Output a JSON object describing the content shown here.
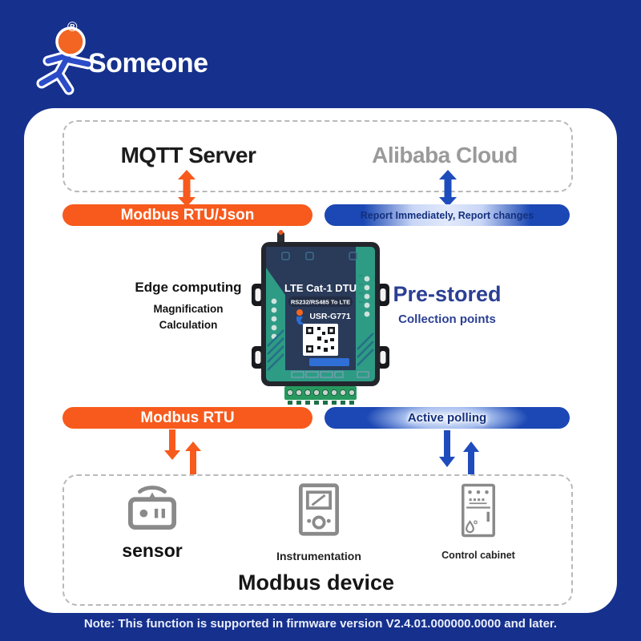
{
  "colors": {
    "background_navy": "#16308D",
    "orange": "#F75A1C",
    "blue": "#1B48B4",
    "device_teal": "#2E9B85",
    "accent_text_blue": "#2B3F93"
  },
  "logo": {
    "brand": "Someone",
    "registered": "®"
  },
  "cloud_box": {
    "mqtt": "MQTT Server",
    "alibaba": "Alibaba Cloud"
  },
  "links": {
    "top_left_pill": "Modbus RTU/Json",
    "top_right_pill": "Report Immediately, Report changes",
    "bottom_left_pill": "Modbus RTU",
    "bottom_right_pill": "Active polling"
  },
  "middle": {
    "edge_title": "Edge computing",
    "edge_line1": "Magnification",
    "edge_line2": "Calculation",
    "prestored_title": "Pre-stored",
    "prestored_subtitle": "Collection points"
  },
  "device": {
    "name": "LTE Cat-1 DTU",
    "subtitle": "RS232/RS485 To LTE",
    "model": "USR-G771"
  },
  "modbus_box": {
    "title": "Modbus device",
    "items": [
      {
        "label": "sensor"
      },
      {
        "label": "Instrumentation"
      },
      {
        "label": "Control cabinet"
      }
    ]
  },
  "note": "Note: This function is supported in firmware version V2.4.01.000000.0000 and later."
}
